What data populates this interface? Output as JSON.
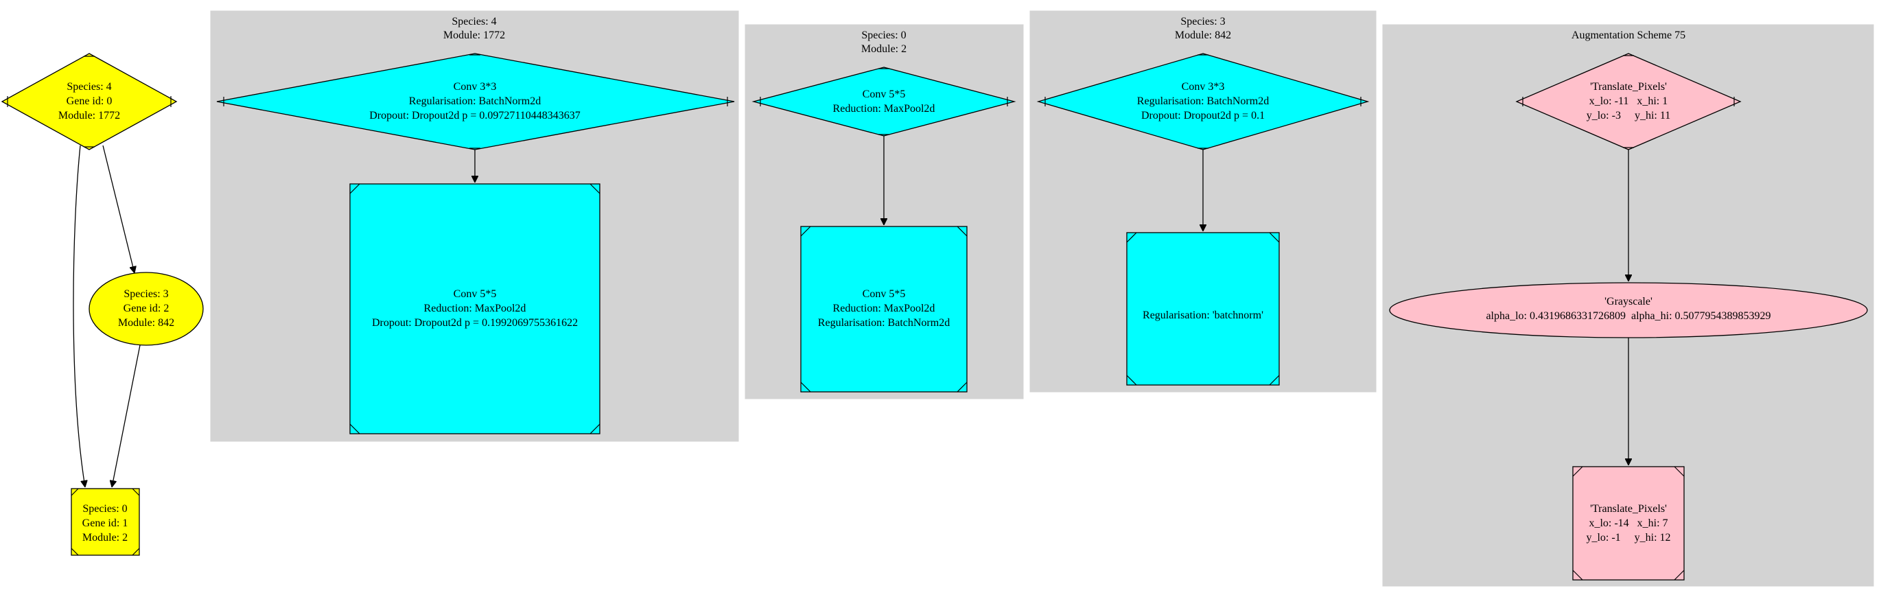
{
  "colors": {
    "yellow": "#ffff00",
    "cyan": "#00ffff",
    "pink": "#ffc0cb",
    "cluster": "#d3d3d3"
  },
  "blueprint": {
    "species4": [
      "Species: 4",
      "Gene id: 0",
      "Module: 1772"
    ],
    "species3": [
      "Species: 3",
      "Gene id: 2",
      "Module: 842"
    ],
    "species0": [
      "Species: 0",
      "Gene id: 1",
      "Module: 2"
    ]
  },
  "clusters": {
    "c1772": {
      "title": [
        "Species: 4",
        "Module: 1772"
      ],
      "node1": [
        "Conv 3*3",
        "Regularisation: BatchNorm2d",
        "Dropout: Dropout2d p = 0.09727110448343637"
      ],
      "node2": [
        "Conv 5*5",
        "Reduction: MaxPool2d",
        "Dropout: Dropout2d p = 0.1992069755361622"
      ]
    },
    "c2": {
      "title": [
        "Species: 0",
        "Module: 2"
      ],
      "node1": [
        "Conv 5*5",
        "Reduction: MaxPool2d"
      ],
      "node2": [
        "Conv 5*5",
        "Reduction: MaxPool2d",
        "Regularisation: BatchNorm2d"
      ]
    },
    "c842": {
      "title": [
        "Species: 3",
        "Module: 842"
      ],
      "node1": [
        "Conv 3*3",
        "Regularisation: BatchNorm2d",
        "Dropout: Dropout2d p = 0.1"
      ],
      "node2": [
        "Regularisation: 'batchnorm'"
      ]
    },
    "aug": {
      "title": [
        "Augmentation Scheme 75"
      ],
      "node1": [
        "'Translate_Pixels'",
        "x_lo: -11   x_hi: 1",
        "y_lo: -3     y_hi: 11"
      ],
      "node2": [
        "'Grayscale'",
        "alpha_lo: 0.4319686331726809  alpha_hi: 0.5077954389853929"
      ],
      "node3": [
        "'Translate_Pixels'",
        "x_lo: -14   x_hi: 7",
        "y_lo: -1     y_hi: 12"
      ]
    }
  }
}
